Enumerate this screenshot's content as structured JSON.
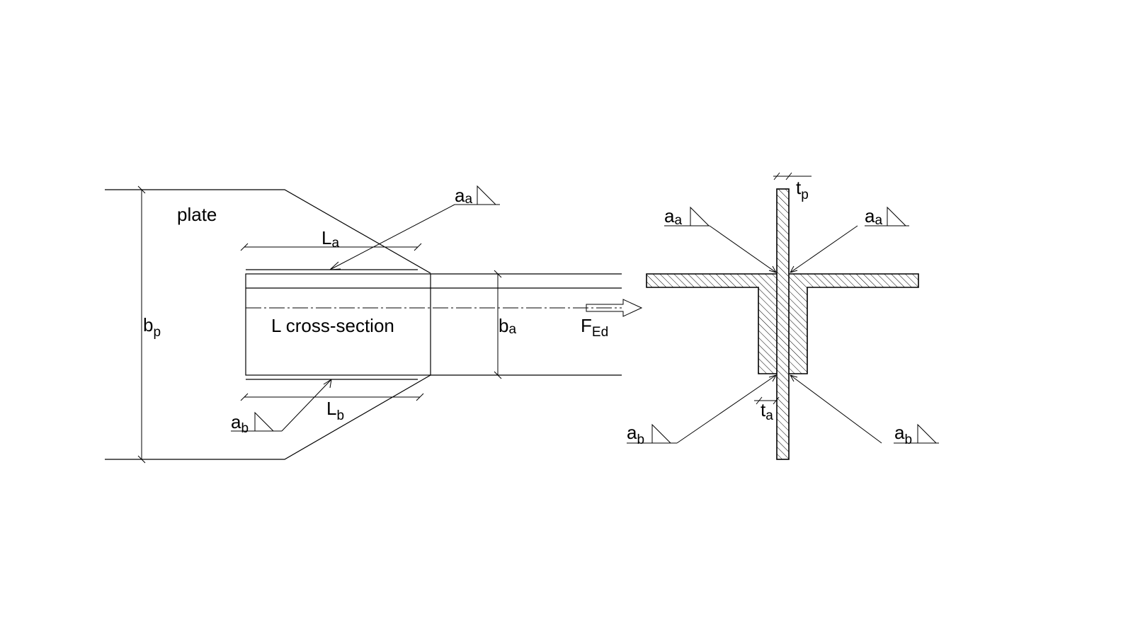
{
  "labels": {
    "plate": "plate",
    "section": "L cross-section",
    "La": {
      "main": "L",
      "sub": "a"
    },
    "Lb": {
      "main": "L",
      "sub": "b"
    },
    "bp": {
      "main": "b",
      "sub": "p"
    },
    "ba": {
      "main": "b",
      "sub": "a"
    },
    "FEd": {
      "main": "F",
      "sub": "Ed"
    },
    "aa": {
      "main": "a",
      "sub": "a"
    },
    "ab": {
      "main": "a",
      "sub": "b"
    },
    "tp": {
      "main": "t",
      "sub": "p"
    },
    "ta": {
      "main": "t",
      "sub": "a"
    }
  }
}
